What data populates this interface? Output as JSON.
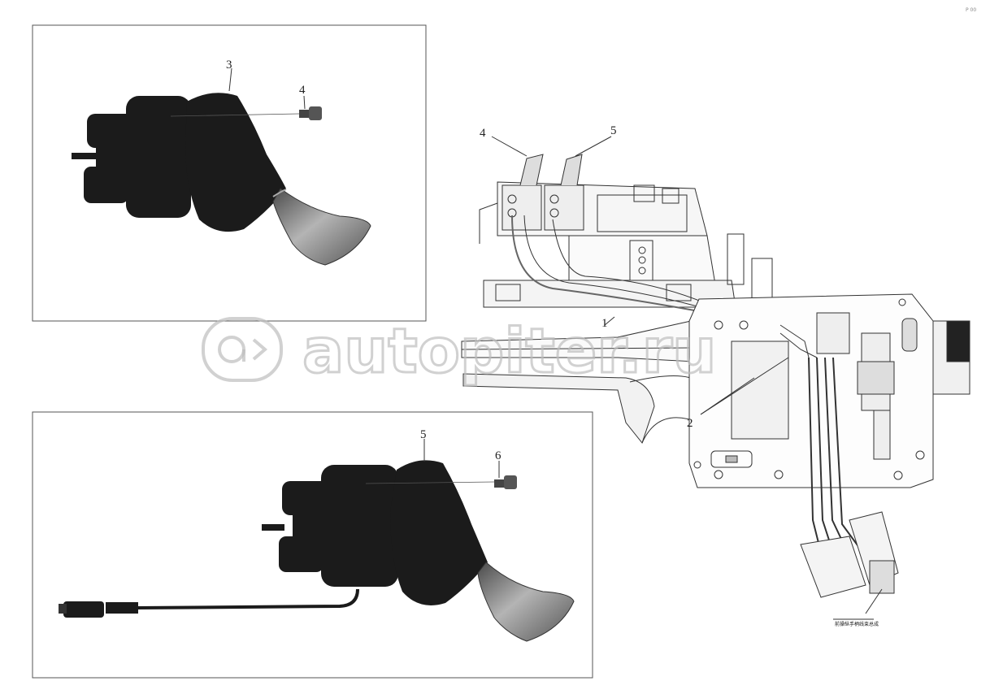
{
  "callouts": {
    "top_box_3": "3",
    "top_box_4": "4",
    "bottom_box_5": "5",
    "bottom_box_6": "6",
    "assembly_4": "4",
    "assembly_5": "5",
    "assembly_1": "1",
    "assembly_2": "2"
  },
  "harness_label": "前操纵手柄线束总成",
  "corner_mark": "P 00",
  "watermark": "autopiter.ru",
  "colors": {
    "line": "#222222",
    "handle_dark": "#1b1b1b",
    "handle_grip": "#8a8a8a",
    "frame_border": "#555555",
    "watermark": "#c3c3c3"
  }
}
